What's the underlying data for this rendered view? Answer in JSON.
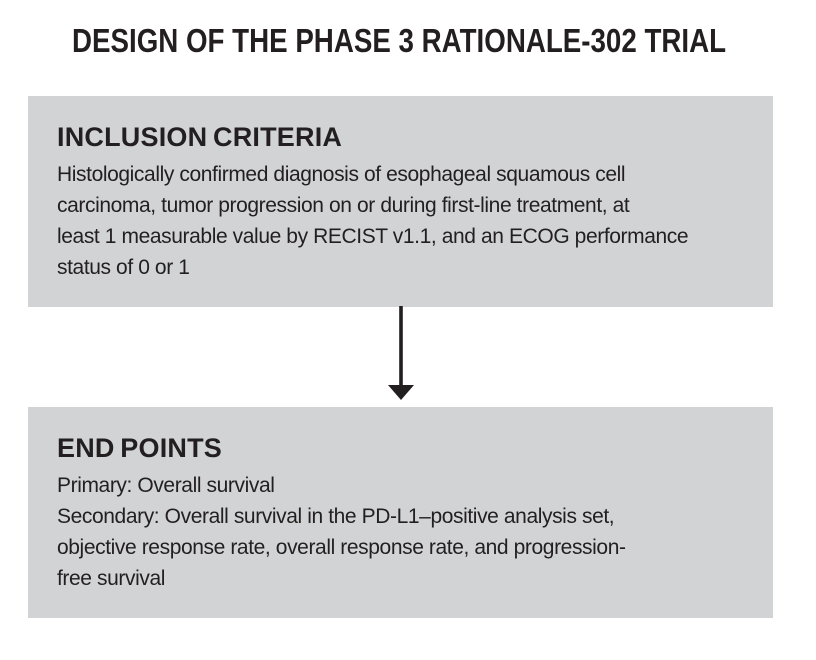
{
  "title": "DESIGN OF THE PHASE 3 RATIONALE-302 TRIAL",
  "boxes": {
    "inclusion": {
      "heading": "INCLUSION CRITERIA",
      "body": "Histologically confirmed diagnosis of esophageal squamous cell\ncarcinoma, tumor progression on or during first-line treatment, at\nleast 1 measurable value by RECIST v1.1, and an ECOG performance\nstatus of 0 or 1"
    },
    "end_points": {
      "heading": "END POINTS",
      "body": "Primary: Overall survival\nSecondary: Overall survival in the PD-L1–positive analysis set,\nobjective response rate, overall response rate, and progression-\nfree survival"
    }
  },
  "icons": {
    "arrow": "down-arrow-icon"
  },
  "colors": {
    "background": "#ffffff",
    "box_background": "#d1d3d4",
    "text": "#231f20",
    "arrow": "#231f20"
  }
}
